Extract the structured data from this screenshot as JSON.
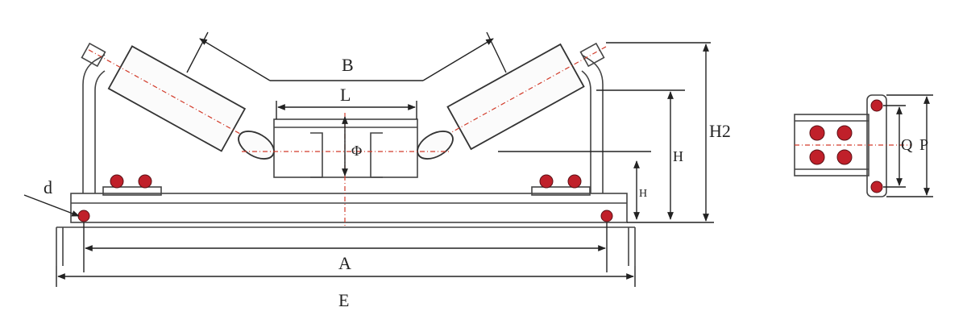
{
  "labels": {
    "B": "B",
    "L": "L",
    "phi": "Φ",
    "H": "H",
    "h": "H",
    "H2": "H2",
    "d": "d",
    "A": "A",
    "E": "E",
    "Q": "Q",
    "P": "P"
  },
  "colors": {
    "bolt": "#c0202a",
    "axis": "#d23b2a",
    "line": "#333333"
  }
}
